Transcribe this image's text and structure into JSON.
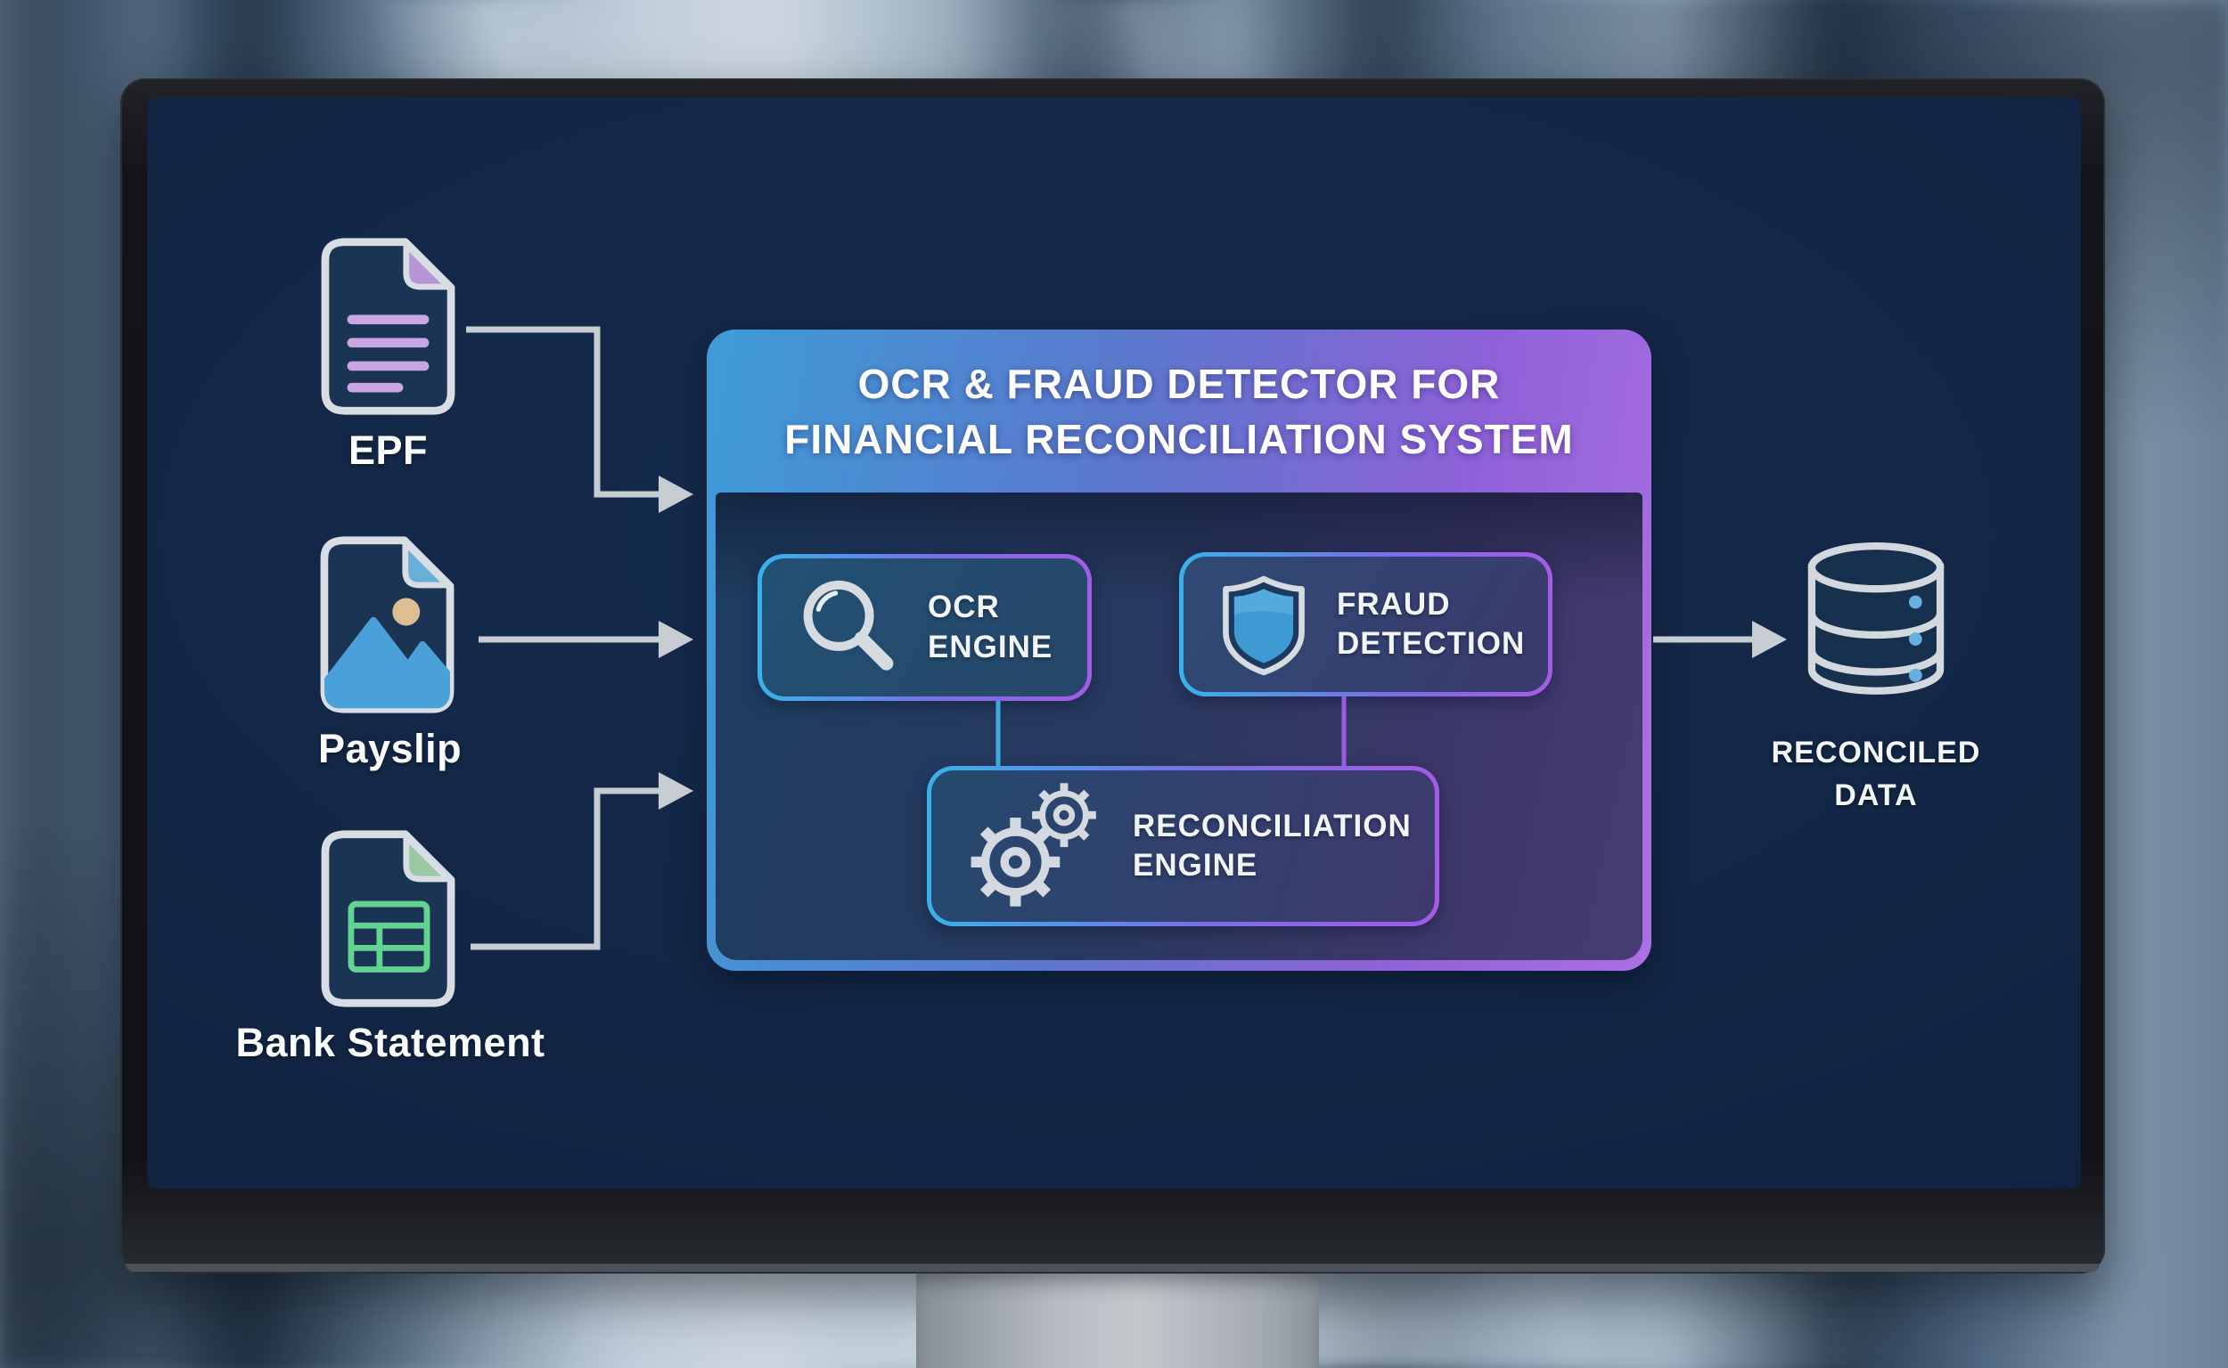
{
  "diagram": {
    "title": {
      "line1": "OCR & FRAUD DETECTOR FOR",
      "line2": "FINANCIAL RECONCILIATION SYSTEM"
    },
    "sources": [
      {
        "id": "epf",
        "label": "EPF",
        "icon": "document-text-icon",
        "accent": "#c7a6e3"
      },
      {
        "id": "payslip",
        "label": "Payslip",
        "icon": "document-image-icon",
        "accent": "#4aa0d8"
      },
      {
        "id": "bank-statement",
        "label": "Bank Statement",
        "icon": "document-spreadsheet-icon",
        "accent": "#63d392"
      }
    ],
    "nodes": [
      {
        "id": "ocr-engine",
        "line1": "OCR",
        "line2": "ENGINE",
        "icon": "magnifier-icon"
      },
      {
        "id": "fraud-detection",
        "line1": "FRAUD",
        "line2": "DETECTION",
        "icon": "shield-icon"
      },
      {
        "id": "reconciliation-engine",
        "line1": "RECONCILIATION",
        "line2": "ENGINE",
        "icon": "gears-icon"
      }
    ],
    "output": {
      "id": "reconciled-data",
      "line1": "RECONCILED",
      "line2": "DATA",
      "icon": "database-icon"
    },
    "colors": {
      "header_gradient_start": "#3e9cd8",
      "header_gradient_end": "#ab70e4",
      "node_border_start": "#38b2e8",
      "node_border_end": "#a45ce8",
      "panel_dark_blue": "#1e3e60",
      "panel_dark_purple": "#463c72",
      "arrow": "#c6ccd2",
      "text": "#ffffff"
    }
  }
}
